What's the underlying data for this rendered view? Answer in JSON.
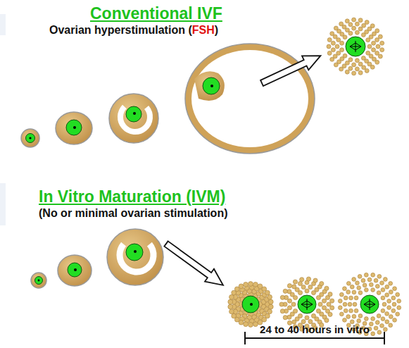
{
  "diagram": {
    "labels": [
      "Conventional IVF",
      "Ovarian hyperstimulation (",
      "FSH",
      ")",
      "In Vitro Maturation (IVM)",
      "(No or minimal ovarian stimulation)",
      "24 to 40 hours in vitro"
    ]
  }
}
